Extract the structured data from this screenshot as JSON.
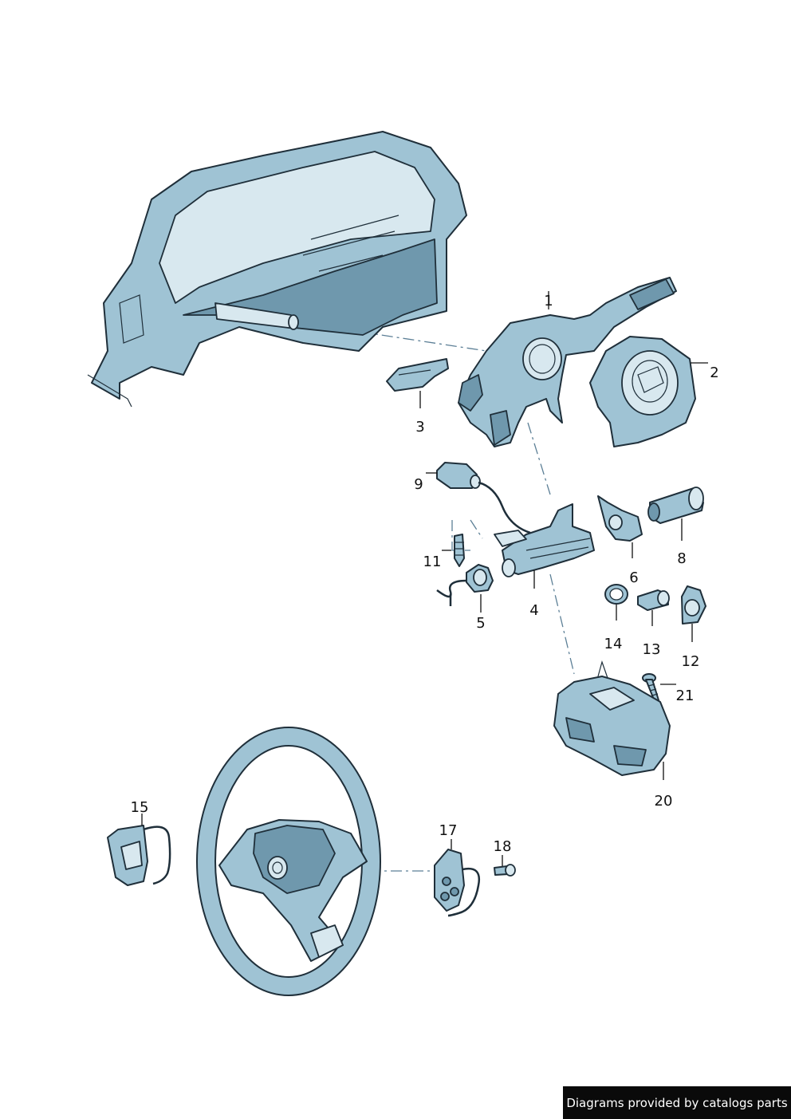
{
  "callouts": {
    "c1": "1",
    "c2": "2",
    "c3": "3",
    "c4": "4",
    "c5": "5",
    "c6": "6",
    "c8": "8",
    "c9": "9",
    "c11": "11",
    "c12": "12",
    "c13": "13",
    "c14": "14",
    "c15": "15",
    "c17": "17",
    "c18": "18",
    "c20": "20",
    "c21": "21"
  },
  "credit": "Diagrams provided by catalogs parts",
  "colors": {
    "part_fill": "#9fc3d4",
    "part_light": "#d8e8ef",
    "part_dark": "#6f98ad",
    "outline": "#1f2f3a",
    "dash_line": "#5c7f96",
    "credit_bg": "#0a0a0a"
  }
}
